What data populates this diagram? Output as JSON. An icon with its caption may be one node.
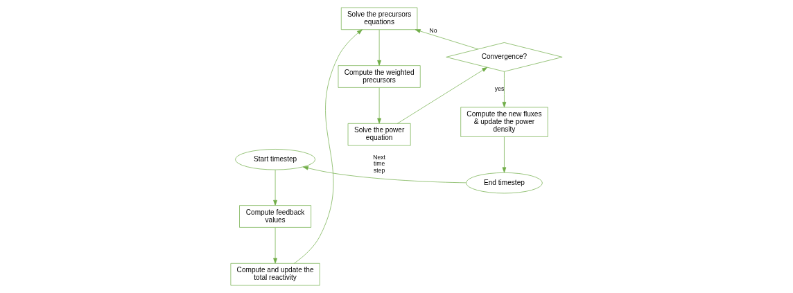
{
  "diagram": {
    "nodes": [
      {
        "text": [
          "Start timestep"
        ]
      },
      {
        "text": [
          "Compute feedback values"
        ]
      },
      {
        "text": [
          "Compute and update the total reactivity"
        ]
      },
      {
        "text": [
          "Solve the precursors equations"
        ]
      },
      {
        "text": [
          "Compute the weighted precursors"
        ]
      },
      {
        "text": [
          "Solve the power equation"
        ]
      },
      {
        "text": [
          "Convergence?"
        ]
      },
      {
        "text": [
          "Compute the new fluxes & update the power density"
        ]
      },
      {
        "text": [
          "End timestep"
        ]
      }
    ],
    "edges": [
      {
        "from": 0,
        "to": 1,
        "arrow": "to"
      },
      {
        "from": 1,
        "to": 2,
        "arrow": "to"
      },
      {
        "from": 2,
        "to": 3,
        "arrow": "to"
      },
      {
        "from": 3,
        "to": 4,
        "arrow": "to"
      },
      {
        "from": 4,
        "to": 5,
        "arrow": "to"
      },
      {
        "from": 5,
        "to": 6,
        "arrow": "to"
      },
      {
        "from": 6,
        "to": 7,
        "arrow": "to",
        "label": "yes"
      },
      {
        "from": 6,
        "to": 3,
        "arrow": "to",
        "label": "No"
      },
      {
        "from": 7,
        "to": 8,
        "arrow": "to"
      },
      {
        "from": 8,
        "to": 0,
        "arrow": "to",
        "label": "Next time step"
      }
    ]
  }
}
